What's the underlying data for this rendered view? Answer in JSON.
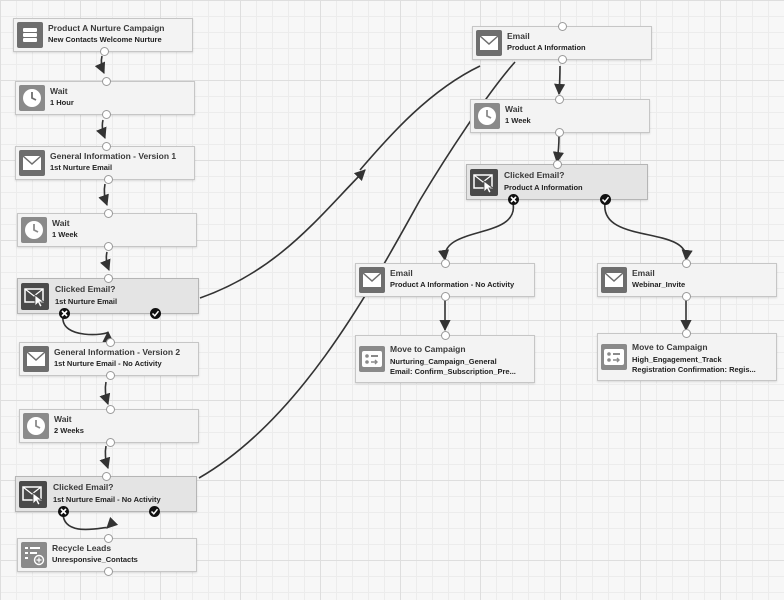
{
  "workflow": {
    "left": [
      {
        "title": "Product A Nurture Campaign",
        "subtitle": "New Contacts Welcome Nurture",
        "icon": "database-icon"
      },
      {
        "title": "Wait",
        "subtitle": "1 Hour",
        "icon": "clock-icon"
      },
      {
        "title": "General Information - Version 1",
        "subtitle": "1st Nurture Email",
        "icon": "envelope-icon"
      },
      {
        "title": "Wait",
        "subtitle": "1 Week",
        "icon": "clock-icon"
      },
      {
        "title": "Clicked Email?",
        "subtitle": "1st Nurture Email",
        "icon": "cursor-click-icon"
      },
      {
        "title": "General Information - Version 2",
        "subtitle": "1st Nurture Email - No Activity",
        "icon": "envelope-icon"
      },
      {
        "title": "Wait",
        "subtitle": "2 Weeks",
        "icon": "clock-icon"
      },
      {
        "title": "Clicked Email?",
        "subtitle": "1st Nurture Email - No Activity",
        "icon": "cursor-click-icon"
      },
      {
        "title": "Recycle Leads",
        "subtitle": "Unresponsive_Contacts",
        "icon": "recycle-list-icon"
      }
    ],
    "right": [
      {
        "title": "Email",
        "subtitle": "Product A Information",
        "icon": "envelope-icon"
      },
      {
        "title": "Wait",
        "subtitle": "1 Week",
        "icon": "clock-icon"
      },
      {
        "title": "Clicked Email?",
        "subtitle": "Product A Information",
        "icon": "cursor-click-icon"
      },
      {
        "title": "Email",
        "subtitle": "Product A Information - No Activity",
        "icon": "envelope-icon"
      },
      {
        "title": "Email",
        "subtitle": "Webinar_Invite",
        "icon": "envelope-icon"
      },
      {
        "title": "Move to Campaign",
        "subtitle": "Nurturing_Campaign_General",
        "subtitle2": "Email: Confirm_Subscription_Pre...",
        "icon": "move-campaign-icon"
      },
      {
        "title": "Move to Campaign",
        "subtitle": "High_Engagement_Track",
        "subtitle2": "Registration Confirmation: Regis...",
        "icon": "move-campaign-icon"
      }
    ]
  }
}
